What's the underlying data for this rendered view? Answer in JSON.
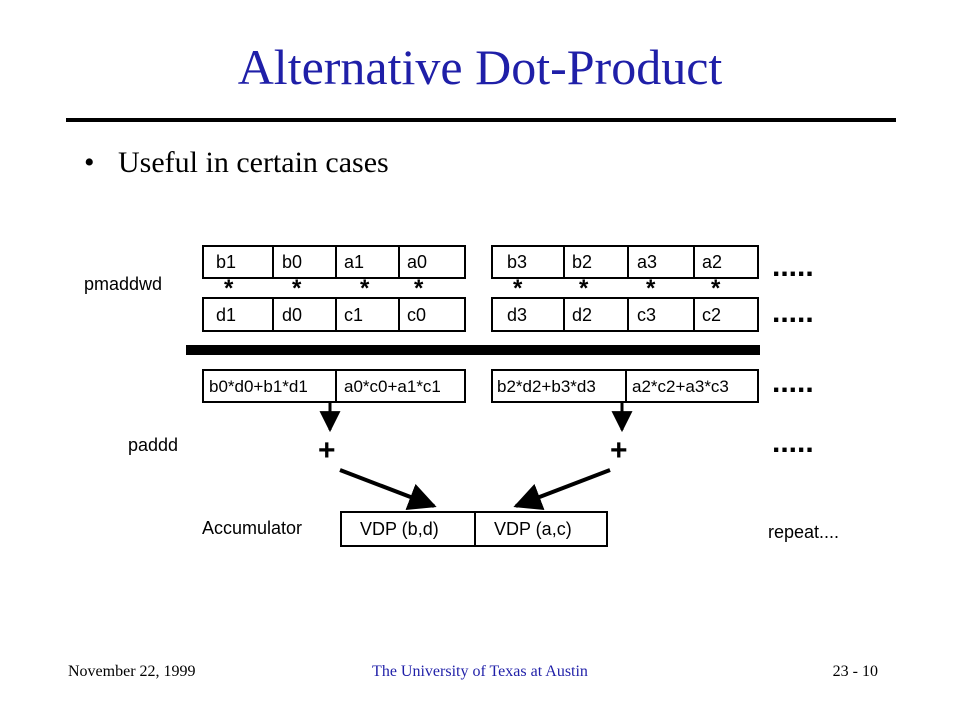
{
  "slide": {
    "title": "Alternative Dot-Product",
    "bullet": "Useful in certain cases",
    "footer": {
      "date": "November 22, 1999",
      "institution": "The University of Texas at Austin",
      "page": "23 - 10"
    }
  },
  "diagram": {
    "labels": {
      "pmaddwd": "pmaddwd",
      "paddd": "paddd",
      "accumulator": "Accumulator",
      "repeat": "repeat...."
    },
    "row1": [
      "b1",
      "b0",
      "a1",
      "a0",
      "b3",
      "b2",
      "a3",
      "a2"
    ],
    "row2": [
      "d1",
      "d0",
      "c1",
      "c0",
      "d3",
      "d2",
      "c3",
      "c2"
    ],
    "multiply_symbol": "*",
    "row3": [
      "b0*d0+b1*d1",
      "a0*c0+a1*c1",
      "b2*d2+b3*d3",
      "a2*c2+a3*c3"
    ],
    "plus_symbol": "+",
    "ellipsis": ".....",
    "accumulator_cells": [
      "VDP (b,d)",
      "VDP (a,c)"
    ]
  }
}
